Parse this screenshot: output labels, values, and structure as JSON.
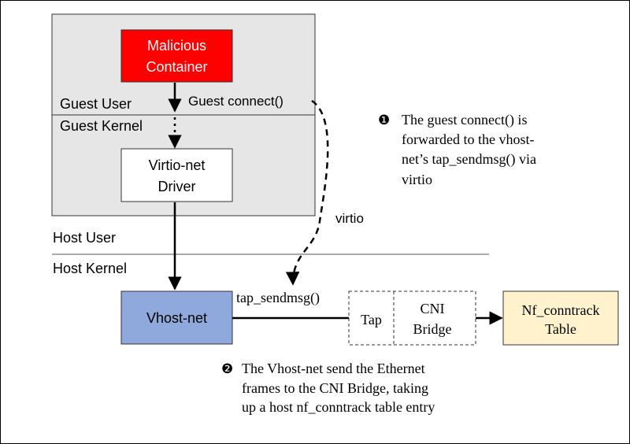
{
  "colors": {
    "guest_region_fill": "#e6e6e6",
    "malicious_fill": "#ff0000",
    "vhost_fill": "#8fa9dc",
    "conntrack_fill": "#fff2cc",
    "line": "#000000"
  },
  "boxes": {
    "malicious_container": [
      "Malicious",
      "Container"
    ],
    "virtio_driver": [
      "Virtio-net",
      "Driver"
    ],
    "vhost_net": "Vhost-net",
    "tap": "Tap",
    "cni_bridge": [
      "CNI",
      "Bridge"
    ],
    "conntrack_table": [
      "Nf_conntrack",
      "Table"
    ]
  },
  "layers": {
    "guest_user": "Guest User",
    "guest_kernel": "Guest Kernel",
    "host_user": "Host User",
    "host_kernel": "Host Kernel"
  },
  "edge_labels": {
    "guest_connect": "Guest connect()",
    "virtio": "virtio",
    "tap_sendmsg": "tap_sendmsg()"
  },
  "steps": [
    {
      "marker": "❶",
      "lines": [
        "The guest connect() is",
        "forwarded to the vhost-",
        "net’s tap_sendmsg() via",
        "virtio"
      ]
    },
    {
      "marker": "❷",
      "lines": [
        "The Vhost-net send the Ethernet",
        "frames to the CNI Bridge, taking",
        "up a host nf_conntrack table entry"
      ]
    }
  ]
}
